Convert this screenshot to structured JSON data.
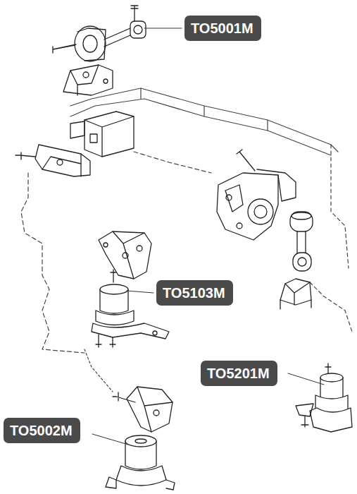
{
  "diagram": {
    "nodes": [
      {
        "text": [
          "TO5001M"
        ]
      },
      {
        "text": [
          "TO5103M"
        ]
      },
      {
        "text": [
          "TO5201M"
        ]
      },
      {
        "text": [
          "TO5002M"
        ]
      }
    ],
    "edges": []
  }
}
